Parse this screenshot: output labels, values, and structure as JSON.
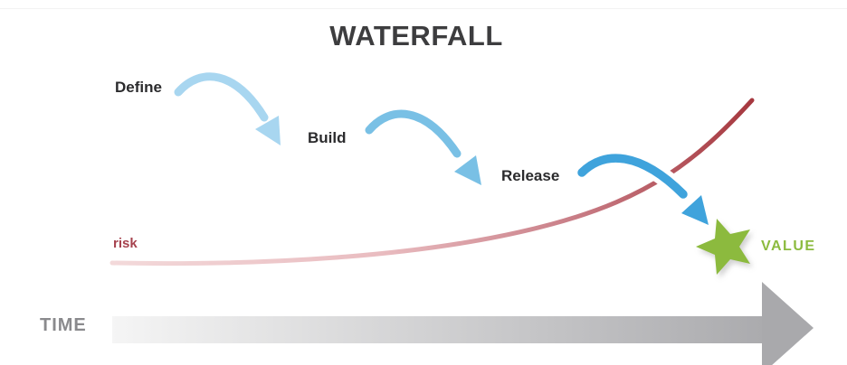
{
  "title": "WATERFALL",
  "stages": [
    {
      "label": "Define"
    },
    {
      "label": "Build"
    },
    {
      "label": "Release"
    }
  ],
  "risk": {
    "label": "risk"
  },
  "value": {
    "label": "VALUE"
  },
  "time": {
    "label": "TIME"
  },
  "colors": {
    "title_text": "#3d3d3f",
    "stage_text": "#2b2b2d",
    "arrow_define_build": "#a8d6f0",
    "arrow_build_release": "#79c0e5",
    "arrow_release_value": "#3fa3dc",
    "risk_text": "#a6424e",
    "risk_gradient": [
      "#f3d9da",
      "#e9bcc0",
      "#c97e87",
      "#a6383f"
    ],
    "value_text": "#8cbb3f",
    "star": "#8cba3e",
    "time_text": "#8a8a8d",
    "time_bar_start": "#f5f5f5",
    "time_bar_end": "#ababae",
    "time_arrowhead": "#a9a9ac"
  }
}
